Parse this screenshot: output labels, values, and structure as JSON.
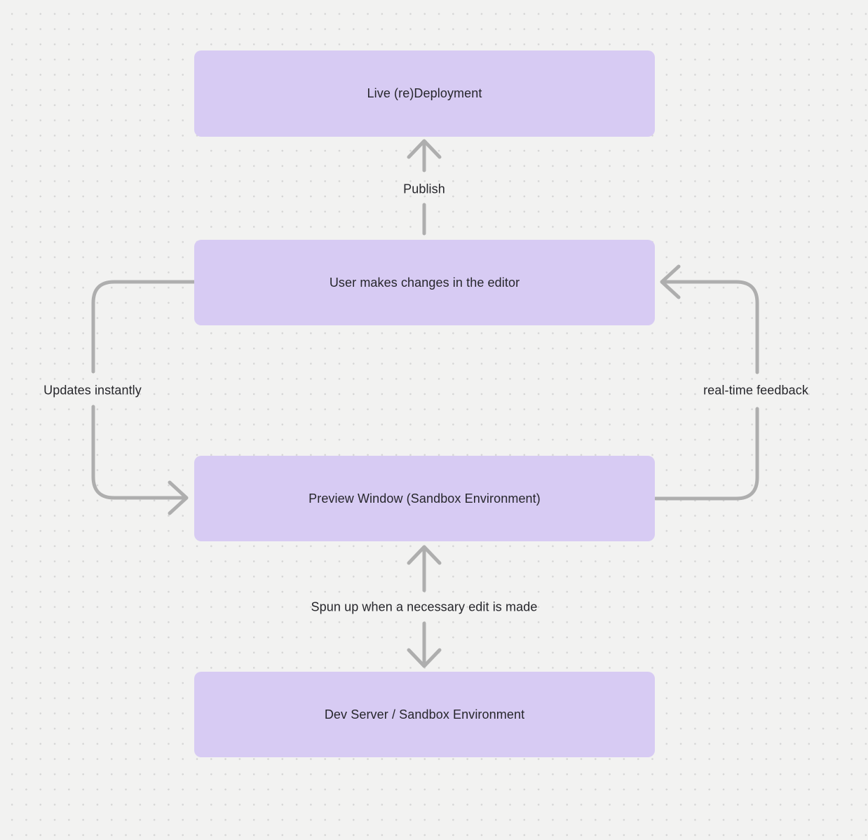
{
  "diagram": {
    "nodes": [
      {
        "id": "live-redeployment",
        "label": "Live (re)Deployment"
      },
      {
        "id": "user-changes",
        "label": "User makes changes in the editor"
      },
      {
        "id": "preview-window",
        "label": "Preview Window (Sandbox Environment)"
      },
      {
        "id": "dev-server",
        "label": "Dev Server / Sandbox Environment"
      }
    ],
    "edges": [
      {
        "id": "publish",
        "label": "Publish",
        "from": "user-changes",
        "to": "live-redeployment",
        "direction": "up"
      },
      {
        "id": "updates",
        "label": "Updates instantly",
        "from": "user-changes",
        "to": "preview-window",
        "direction": "left-loop-down"
      },
      {
        "id": "realtime",
        "label": "real-time feedback",
        "from": "preview-window",
        "to": "user-changes",
        "direction": "right-loop-up"
      },
      {
        "id": "spunup",
        "label": "Spun up when a necessary edit is made",
        "from": "preview-window",
        "to": "dev-server",
        "direction": "bidirectional"
      }
    ],
    "colors": {
      "background": "#f2f2f1",
      "grid_dot": "#d5d5d5",
      "node_fill": "#d7cbf3",
      "node_text": "#26262b",
      "arrow": "#aeaeae",
      "label_text": "#26262b"
    }
  }
}
